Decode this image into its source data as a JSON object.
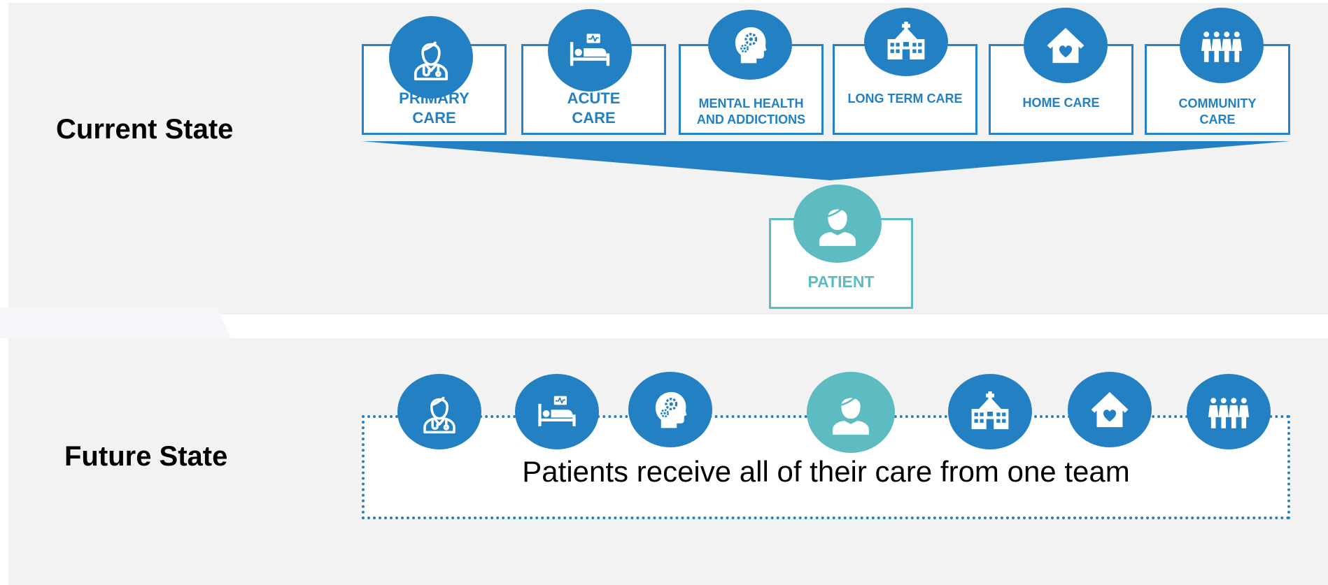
{
  "sections": {
    "current": {
      "label": "Current State",
      "care_types": [
        {
          "name": "primary-care",
          "label1": "PRIMARY",
          "label2": "CARE",
          "icon": "doctor-icon"
        },
        {
          "name": "acute-care",
          "label1": "ACUTE",
          "label2": "CARE",
          "icon": "hospital-bed-icon"
        },
        {
          "name": "mental-health",
          "label1": "MENTAL HEALTH",
          "label2": "AND ADDICTIONS",
          "icon": "head-gears-icon"
        },
        {
          "name": "long-term-care",
          "label1": "LONG TERM CARE",
          "label2": "",
          "icon": "hospital-building-icon"
        },
        {
          "name": "home-care",
          "label1": "HOME CARE",
          "label2": "",
          "icon": "house-heart-icon"
        },
        {
          "name": "community-care",
          "label1": "COMMUNITY",
          "label2": "CARE",
          "icon": "people-group-icon"
        }
      ],
      "patient_label": "PATIENT",
      "patient_icon": "patient-icon"
    },
    "future": {
      "label": "Future State",
      "team_text": "Patients receive all of their care from one team",
      "icons": [
        "doctor-icon",
        "hospital-bed-icon",
        "head-gears-icon",
        "patient-icon",
        "hospital-building-icon",
        "house-heart-icon",
        "people-group-icon"
      ]
    }
  },
  "colors": {
    "blue": "#2380c3",
    "teal": "#5cbcc1",
    "panel": "#f2f2f2"
  }
}
